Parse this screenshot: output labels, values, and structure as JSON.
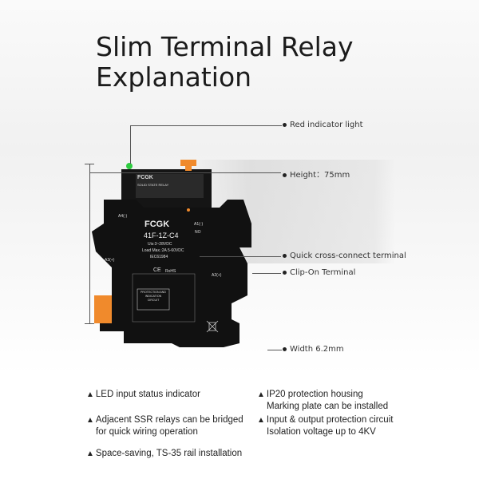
{
  "title": {
    "line1": "Slim Terminal Relay",
    "line2": "Explanation"
  },
  "annotations": {
    "red_indicator": "Red indicator light",
    "height": "Height：75mm",
    "cross_connect": "Quick cross-connect terminal",
    "clip_on": "Clip-On Terminal",
    "width": "Width 6.2mm"
  },
  "device": {
    "brand": "FCGK",
    "model": "41F-1Z-C4",
    "spec1": "Uis:3~28VDC",
    "spec2": "Load Max.:2A 5-60VDC",
    "spec3": "IEC61984",
    "a4": "A4(-)",
    "a1": "A1(-)",
    "no": "NO",
    "a3": "A3(+)",
    "a2": "A2(+)",
    "circuit": "PROTECTION AND INDICATION CIRCUIT",
    "ce": "CE",
    "rohs": "RoHS",
    "top_label": "SOLID STATE RELAY"
  },
  "features": [
    {
      "text": "LED input status indicator"
    },
    {
      "text": "IP20 protection housing",
      "text2": "Marking plate can be installed"
    },
    {
      "text": "Adjacent SSR relays can be bridged",
      "text2": "for quick wiring operation"
    },
    {
      "text": "Input & output protection circuit",
      "text2": "Isolation voltage up to 4KV"
    },
    {
      "text": "Space-saving, TS-35 rail installation"
    }
  ],
  "colors": {
    "accent": "#f08a2c",
    "led": "#2ecc40",
    "body": "#111111"
  },
  "icons": {
    "bullet": "triangle-up",
    "annotation": "dot"
  }
}
